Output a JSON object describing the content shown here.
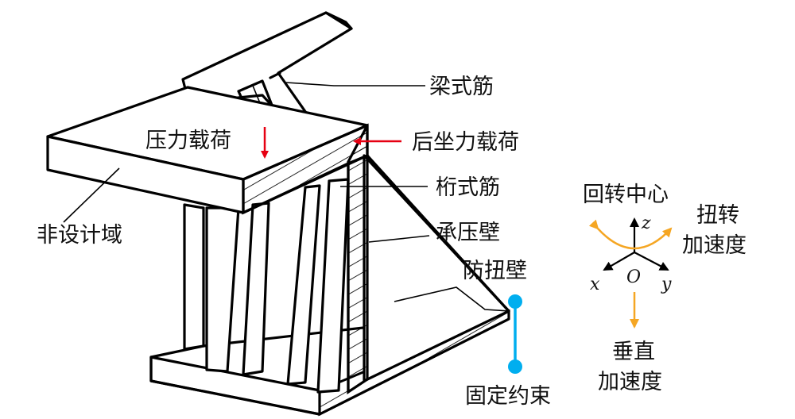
{
  "labels": {
    "beam_rib": "梁式筋",
    "pressure_load": "压力载荷",
    "recoil_load": "后坐力载荷",
    "truss_rib": "桁式筋",
    "non_design": "非设计域",
    "bearing_wall": "承压壁",
    "torsion_wall": "防扭壁",
    "fixed_constraint": "固定约束",
    "rotation_center": "回转中心",
    "torsion_accel_1": "扭转",
    "torsion_accel_2": "加速度",
    "vertical_accel_1": "垂直",
    "vertical_accel_2": "加速度"
  },
  "axes": {
    "x": "x",
    "y": "y",
    "z": "z",
    "origin": "O"
  },
  "colors": {
    "load_arrow": "#e60012",
    "constraint": "#00aeef",
    "acceleration": "#f5a623",
    "line": "#000000"
  }
}
